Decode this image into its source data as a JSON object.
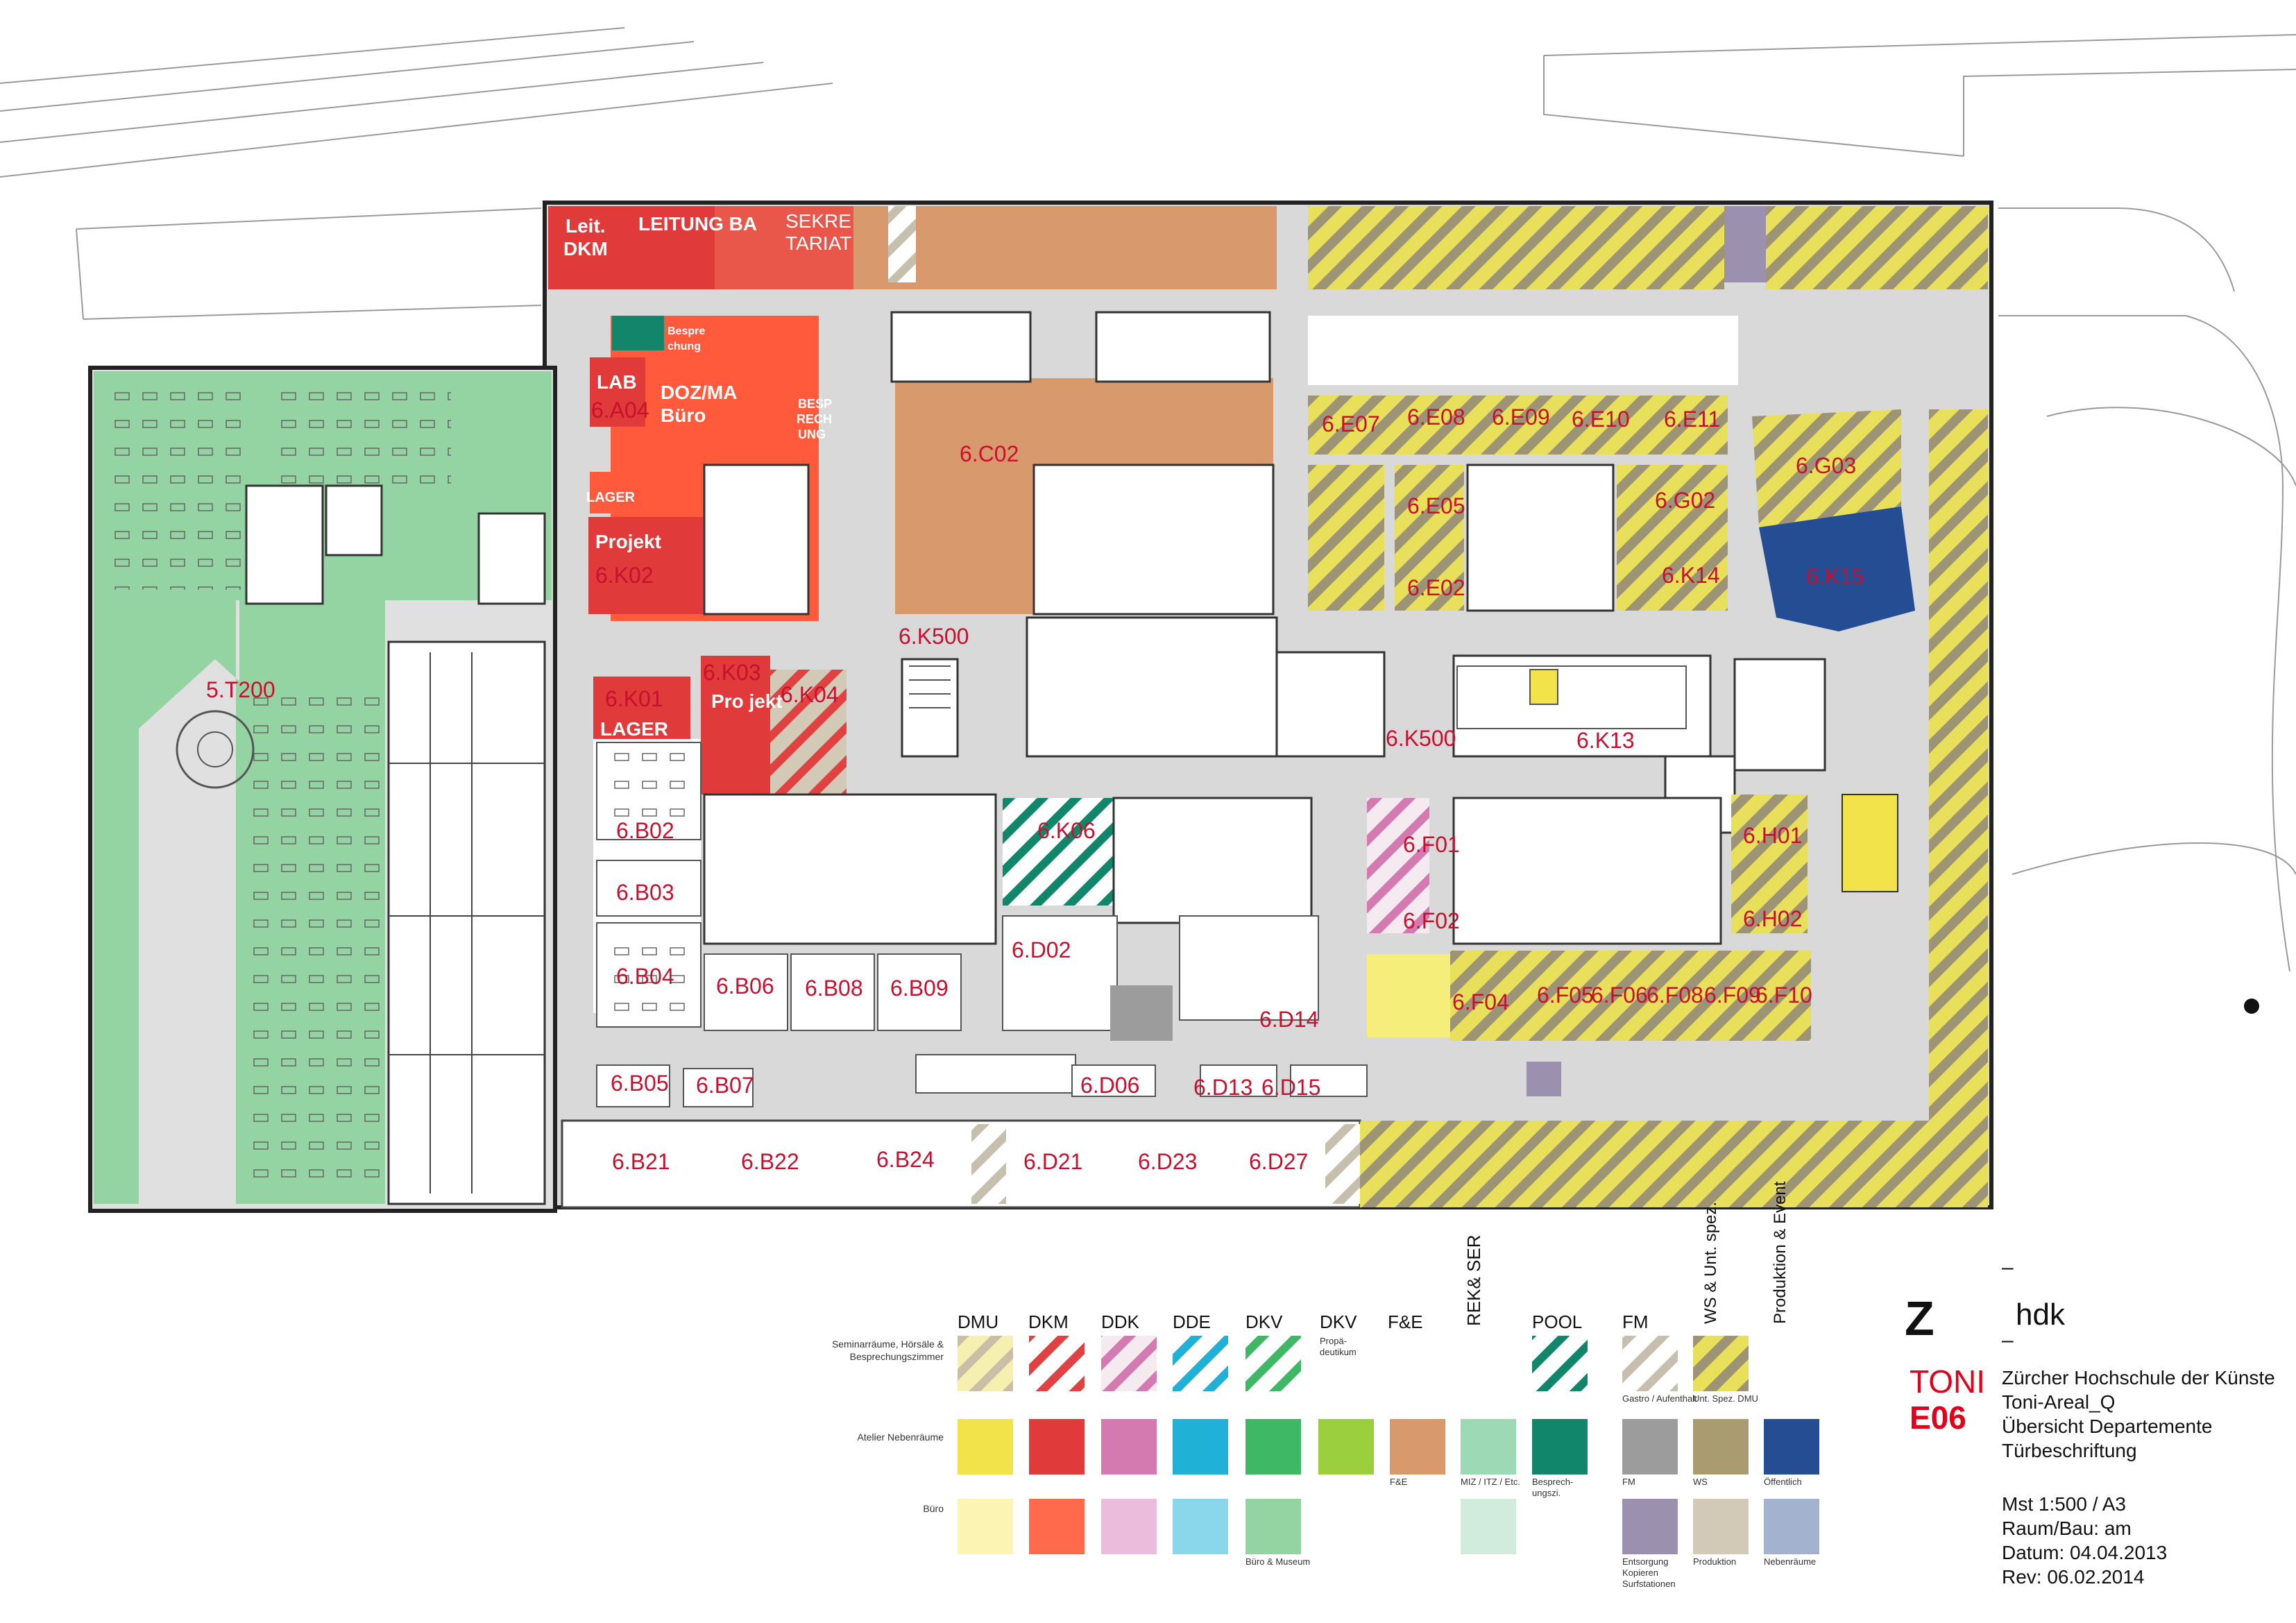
{
  "rooms": [
    {
      "id": "6.A04",
      "name": "LAB"
    },
    {
      "id": "6.K02",
      "name": "Projekt"
    },
    {
      "id": "6.K01",
      "name": "LAGER"
    },
    {
      "id": "6.K03",
      "name": "Pro jekt"
    },
    {
      "id": "6.K04"
    },
    {
      "id": "6.C02"
    },
    {
      "id": "6.K500"
    },
    {
      "id": "6.E07"
    },
    {
      "id": "6.E08"
    },
    {
      "id": "6.E09"
    },
    {
      "id": "6.E10"
    },
    {
      "id": "6.E11"
    },
    {
      "id": "6.G03"
    },
    {
      "id": "6.E05"
    },
    {
      "id": "6.G02"
    },
    {
      "id": "6.E02"
    },
    {
      "id": "6.K14"
    },
    {
      "id": "6.K15"
    },
    {
      "id": "6.K13"
    },
    {
      "id": "5.T200"
    },
    {
      "id": "6.B02"
    },
    {
      "id": "6.B03"
    },
    {
      "id": "6.B04"
    },
    {
      "id": "6.B06"
    },
    {
      "id": "6.B08"
    },
    {
      "id": "6.B09"
    },
    {
      "id": "6.K06"
    },
    {
      "id": "6.D02"
    },
    {
      "id": "6.D14"
    },
    {
      "id": "6.F01"
    },
    {
      "id": "6.F02"
    },
    {
      "id": "6.H01"
    },
    {
      "id": "6.H02"
    },
    {
      "id": "6.F04"
    },
    {
      "id": "6.F05"
    },
    {
      "id": "6.F06"
    },
    {
      "id": "6.F08"
    },
    {
      "id": "6.F09"
    },
    {
      "id": "6.F10"
    },
    {
      "id": "6.B05"
    },
    {
      "id": "6.B07"
    },
    {
      "id": "6.D06"
    },
    {
      "id": "6.D13"
    },
    {
      "id": "6.D15"
    },
    {
      "id": "6.B21"
    },
    {
      "id": "6.B22"
    },
    {
      "id": "6.B24"
    },
    {
      "id": "6.D21"
    },
    {
      "id": "6.D23"
    },
    {
      "id": "6.D27"
    }
  ],
  "zone_labels": {
    "leit": "Leit.",
    "dkm": "DKM",
    "leitung_ba": "LEITUNG BA",
    "sekre": "SEKRE",
    "tariat": "TARIAT",
    "bespre": "Bespre",
    "chung": "chung",
    "dozma": "DOZ/MA",
    "buero": "Büro",
    "besp": "BESP",
    "rech": "RECH",
    "ung": "UNG",
    "lager": "LAGER"
  },
  "legend": {
    "headers": [
      "DMU",
      "DKM",
      "DDK",
      "DDE",
      "DKV",
      "DKV",
      "F&E",
      "REK& SER",
      "POOL",
      "FM",
      "WS & Unt. spez.",
      "Produktion & Event"
    ],
    "dkv_sub": "Propä-deutikum",
    "row_labels": {
      "seminar": "Seminarräume, Hörsäle & Besprechungszimmer",
      "atelier": "Atelier Nebenräume",
      "buero": "Büro"
    },
    "captions": {
      "gastro": "Gastro / Aufenthalt",
      "unt_spez": "Unt. Spez. DMU",
      "fe": "F&E",
      "miz": "MIZ / ITZ / Etc.",
      "besprech": "Besprech-ungszi.",
      "fm": "FM",
      "ws": "WS",
      "oeffentlich": "Öffentlich",
      "buero_museum": "Büro & Museum",
      "entsorgung": "Entsorgung Kopieren Surfstationen",
      "produktion": "Produktion",
      "nebenraeume": "Nebenräume"
    },
    "colors": {
      "dmu_yellow": "#f2e34a",
      "dkm_red": "#e03a3a",
      "ddk_pink": "#d47ab0",
      "dde_cyan": "#1fb2d6",
      "dkv_green": "#3fb866",
      "dkv_lime": "#9ccf3e",
      "fe_tan": "#d8996c",
      "rek_mint": "#9ed9b5",
      "pool_teal": "#12866a",
      "fm_grey": "#9c9c9c",
      "ws_olive": "#a89c70",
      "oeff_blue": "#244d93"
    }
  },
  "brand": {
    "logo": "Z",
    "name": "hdk",
    "toni": "TONI",
    "floor": "E06",
    "info": [
      "Zürcher Hochschule der Künste",
      "Toni-Areal_Q",
      "Übersicht Departemente",
      "Türbeschriftung"
    ],
    "meta": [
      "Mst 1:500 / A3",
      "Raum/Bau: am",
      "Datum: 04.04.2013",
      "Rev: 06.02.2014"
    ]
  }
}
